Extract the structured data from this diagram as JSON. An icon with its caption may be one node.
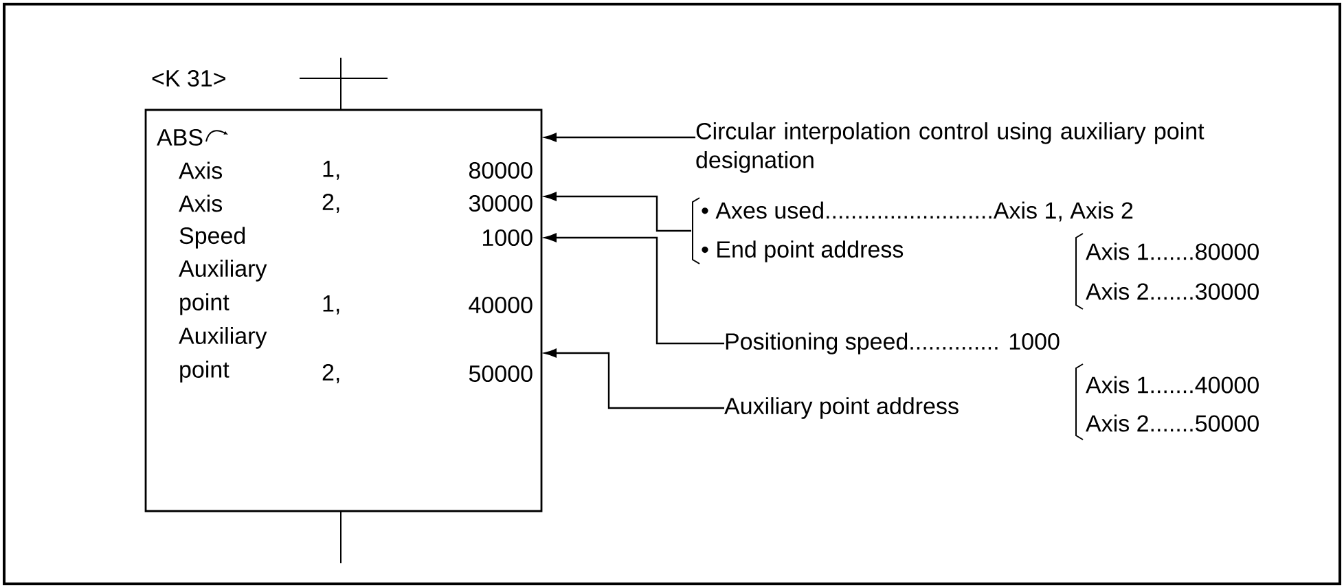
{
  "diagram": {
    "nodes": [
      {
        "text": [
          "ABS",
          "Axis",
          "1,",
          "80000",
          "Axis",
          "2,",
          "30000",
          "Speed",
          "1000",
          "Auxiliary point",
          "1,",
          "40000",
          "Auxiliary point",
          "2,",
          "50000"
        ]
      },
      {
        "text": [
          "Circular interpolation control using auxiliary point designation"
        ]
      },
      {
        "text": [
          "• Axes used..........................Axis 1, Axis 2",
          "• End point address"
        ]
      },
      {
        "text": [
          "Positioning speed.............. 1000"
        ]
      },
      {
        "text": [
          "Auxiliary point address"
        ]
      }
    ],
    "edges": [
      {
        "from": 1,
        "to": 0,
        "arrow": "to"
      },
      {
        "from": 2,
        "to": 0,
        "arrow": "to"
      },
      {
        "from": 3,
        "to": 0,
        "arrow": "to"
      },
      {
        "from": 4,
        "to": 0,
        "arrow": "to"
      }
    ],
    "labels": [
      "<K 31>",
      "Axis 1.......80000",
      "Axis 2.......30000",
      "Axis 1.......40000",
      "Axis 2.......50000"
    ]
  }
}
